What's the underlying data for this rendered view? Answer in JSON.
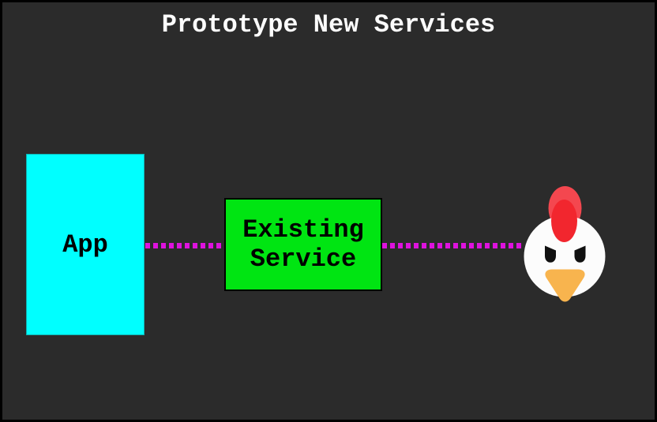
{
  "title": "Prototype New Services",
  "nodes": {
    "app": {
      "label": "App"
    },
    "existing_service": {
      "line1": "Existing",
      "line2": "Service"
    },
    "consumer": {
      "icon": "angry-chicken-icon"
    }
  },
  "edges": [
    {
      "from": "app",
      "to": "existing_service",
      "style": "dotted"
    },
    {
      "from": "existing_service",
      "to": "consumer",
      "style": "dotted"
    }
  ],
  "colors": {
    "background": "#2B2B2B",
    "frame_border": "#000000",
    "title_text": "#FCFCFC",
    "node_text": "#000000",
    "app_fill": "#00FFFF",
    "app_border": "#0EB0B0",
    "service_fill": "#00E512",
    "service_border": "#000000",
    "edge": "#DE12DE",
    "chicken_head": "#FCFCFC",
    "chicken_comb_back": "#F4474F",
    "chicken_comb_front": "#F2262E",
    "chicken_beak": "#F8B44E",
    "chicken_eye": "#111111"
  }
}
